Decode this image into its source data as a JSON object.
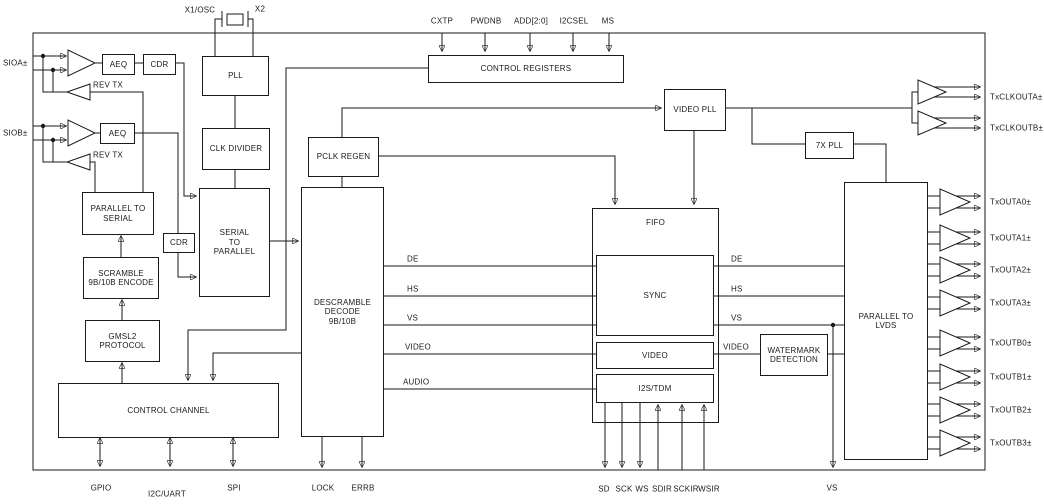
{
  "blocks": {
    "pll": "PLL",
    "clk_divider": "CLK DIVIDER",
    "serial_to_parallel": "SERIAL\nTO\nPARALLEL",
    "pclk_regen": "PCLK REGEN",
    "descramble": "DESCRAMBLE\nDECODE\n9B/10B",
    "control_registers": "CONTROL REGISTERS",
    "video_pll": "VIDEO PLL",
    "pll_7x": "7X PLL",
    "fifo": "FIFO",
    "sync": "SYNC",
    "video": "VIDEO",
    "i2s_tdm": "I2S/TDM",
    "watermark": "WATERMARK\nDETECTION",
    "parallel_to_lvds": "PARALLEL TO\nLVDS",
    "aeq": "AEQ",
    "cdr": "CDR",
    "rev_tx": "REV TX",
    "parallel_to_serial": "PARALLEL TO\nSERIAL",
    "scramble": "SCRAMBLE\n9B/10B ENCODE",
    "gmsl2": "GMSL2\nPROTOCOL",
    "control_channel": "CONTROL CHANNEL"
  },
  "pins": {
    "left": {
      "sioa": "SIOA±",
      "siob": "SIOB±"
    },
    "top": {
      "x1osc": "X1/OSC",
      "x2": "X2",
      "cxtp": "CXTP",
      "pwdnb": "PWDNB",
      "add": "ADD[2:0]",
      "i2csel": "I2CSEL",
      "ms": "MS"
    },
    "bottom": {
      "gpio": "GPIO",
      "i2c_uart": "I2C/UART",
      "spi": "SPI",
      "lock": "LOCK",
      "errb": "ERRB",
      "sd": "SD",
      "sck": "SCK",
      "ws": "WS",
      "sdir": "SDIR",
      "sckir": "SCKIR",
      "wsir": "WSIR",
      "vs": "VS"
    },
    "right": {
      "txclkouta": "TxCLKOUTA±",
      "txclkoutb": "TxCLKOUTB±",
      "txouta0": "TxOUTA0±",
      "txouta1": "TxOUTA1±",
      "txouta2": "TxOUTA2±",
      "txouta3": "TxOUTA3±",
      "txoutb0": "TxOUTB0±",
      "txoutb1": "TxOUTB1±",
      "txoutb2": "TxOUTB2±",
      "txoutb3": "TxOUTB3±"
    }
  },
  "signals": {
    "de": "DE",
    "hs": "HS",
    "vs": "VS",
    "video": "VIDEO",
    "audio": "AUDIO"
  },
  "colors": {
    "line": "#1a1a1a",
    "background": "#ffffff"
  }
}
